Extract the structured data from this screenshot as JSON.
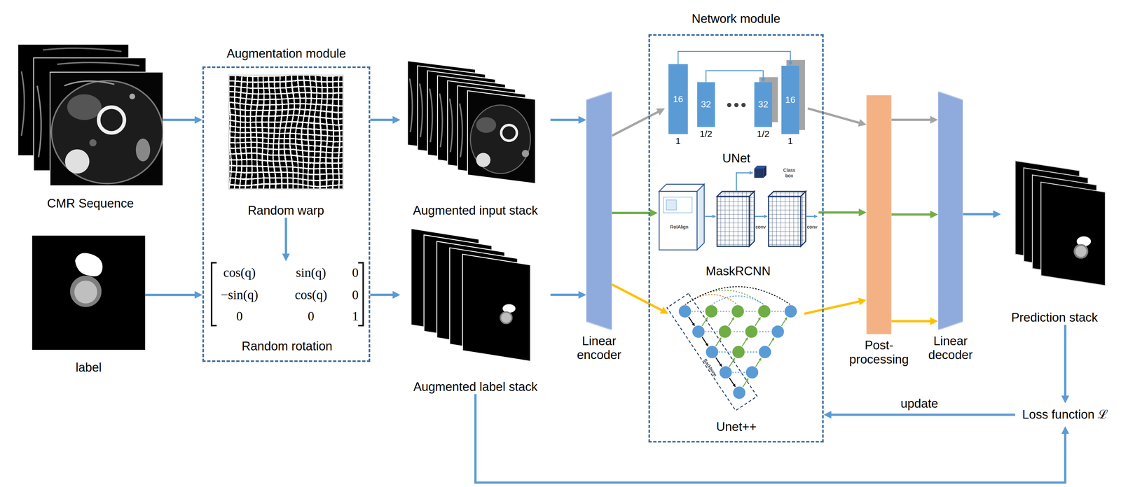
{
  "diagram": {
    "nodes": [
      {
        "text": [
          "CMR Sequence"
        ]
      },
      {
        "text": [
          "label"
        ]
      },
      {
        "text": [
          "Augmentation module"
        ]
      },
      {
        "text": [
          "Random warp"
        ],
        "in": 2
      },
      {
        "text": [
          "Random rotation"
        ],
        "in": 2
      },
      {
        "text": [
          "Augmented input stack"
        ]
      },
      {
        "text": [
          "Augmented label stack"
        ]
      },
      {
        "text": [
          "Linear encoder"
        ]
      },
      {
        "text": [
          "Network module"
        ]
      },
      {
        "text": [
          "UNet"
        ],
        "in": 8
      },
      {
        "text": [
          "16",
          "1"
        ],
        "in": 9
      },
      {
        "text": [
          "32",
          "1/2"
        ],
        "in": 9
      },
      {
        "text": [
          "32",
          "1/2"
        ],
        "in": 9
      },
      {
        "text": [
          "16",
          "1"
        ],
        "in": 9
      },
      {
        "text": [
          "MaskRCNN"
        ],
        "in": 8
      },
      {
        "text": [
          "Unet++"
        ],
        "in": 8
      },
      {
        "text": [
          "Post- processing"
        ]
      },
      {
        "text": [
          "Linear decoder"
        ]
      },
      {
        "text": [
          "Prediction stack"
        ]
      },
      {
        "text": [
          "Loss function ℒ"
        ]
      }
    ],
    "edges": [
      {
        "from": 0,
        "to": 2,
        "arrow": "to"
      },
      {
        "from": 1,
        "to": 2,
        "arrow": "to"
      },
      {
        "from": 3,
        "to": 4,
        "arrow": "to"
      },
      {
        "from": 2,
        "to": 5,
        "arrow": "to"
      },
      {
        "from": 2,
        "to": 6,
        "arrow": "to"
      },
      {
        "from": 5,
        "to": 7,
        "arrow": "to"
      },
      {
        "from": 6,
        "to": 7,
        "arrow": "to"
      },
      {
        "from": 7,
        "to": 9,
        "arrow": "to"
      },
      {
        "from": 7,
        "to": 14,
        "arrow": "to"
      },
      {
        "from": 7,
        "to": 15,
        "arrow": "to"
      },
      {
        "from": 9,
        "to": 16,
        "arrow": "to"
      },
      {
        "from": 14,
        "to": 16,
        "arrow": "to"
      },
      {
        "from": 15,
        "to": 16,
        "arrow": "to"
      },
      {
        "from": 16,
        "to": 17,
        "arrow": "to"
      },
      {
        "from": 16,
        "to": 17,
        "arrow": "to"
      },
      {
        "from": 16,
        "to": 17,
        "arrow": "to"
      },
      {
        "from": 17,
        "to": 18,
        "arrow": "to"
      },
      {
        "from": 18,
        "to": 19,
        "arrow": "to"
      },
      {
        "from": 19,
        "to": 8,
        "label": "update",
        "arrow": "to"
      },
      {
        "from": 6,
        "to": 19,
        "arrow": "to"
      },
      {
        "from": 10,
        "to": 13,
        "arrow": "to"
      },
      {
        "from": 11,
        "to": 12,
        "arrow": "to"
      }
    ],
    "labels": [
      "cos(q)",
      "sin(q)",
      "0",
      "−sin(q)",
      "cos(q)",
      "0",
      "0",
      "0",
      "1",
      "RoIAlign",
      "conv",
      "conv",
      "Class box",
      "Backbone"
    ]
  }
}
